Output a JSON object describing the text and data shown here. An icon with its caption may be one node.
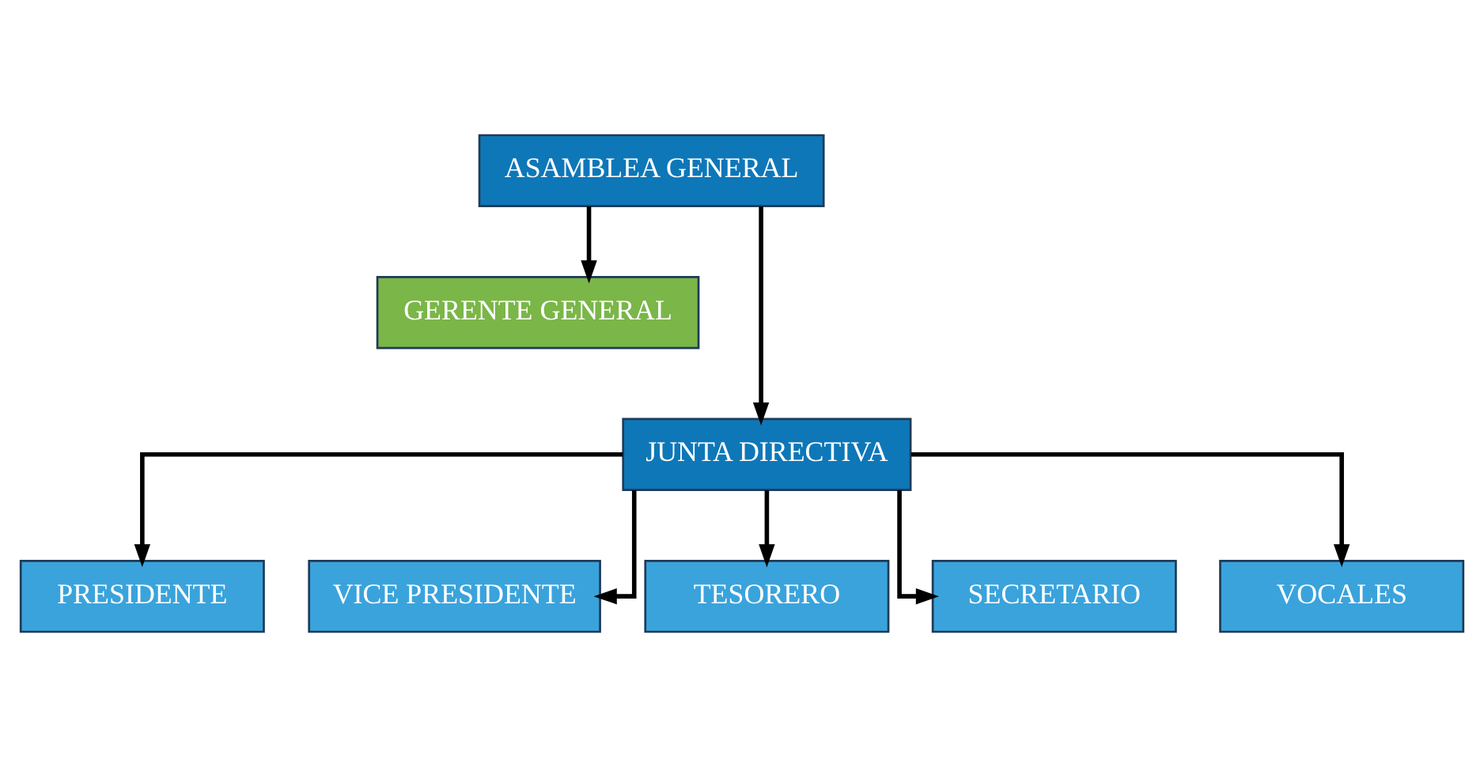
{
  "diagram": {
    "nodes": [
      {
        "text": [
          "ASAMBLEA GENERAL"
        ]
      },
      {
        "text": [
          "GERENTE GENERAL"
        ]
      },
      {
        "text": [
          "JUNTA DIRECTIVA"
        ]
      },
      {
        "text": [
          "PRESIDENTE"
        ]
      },
      {
        "text": [
          "VICE PRESIDENTE"
        ]
      },
      {
        "text": [
          "TESORERO"
        ]
      },
      {
        "text": [
          "SECRETARIO"
        ]
      },
      {
        "text": [
          "VOCALES"
        ]
      }
    ],
    "edges": [
      {
        "from": 0,
        "to": 1,
        "arrow": "to"
      },
      {
        "from": 0,
        "to": 2,
        "arrow": "to"
      },
      {
        "from": 2,
        "to": 3,
        "arrow": "to"
      },
      {
        "from": 2,
        "to": 4,
        "arrow": "to"
      },
      {
        "from": 2,
        "to": 5,
        "arrow": "to"
      },
      {
        "from": 2,
        "to": 6,
        "arrow": "to"
      },
      {
        "from": 2,
        "to": 7,
        "arrow": "to"
      }
    ]
  }
}
